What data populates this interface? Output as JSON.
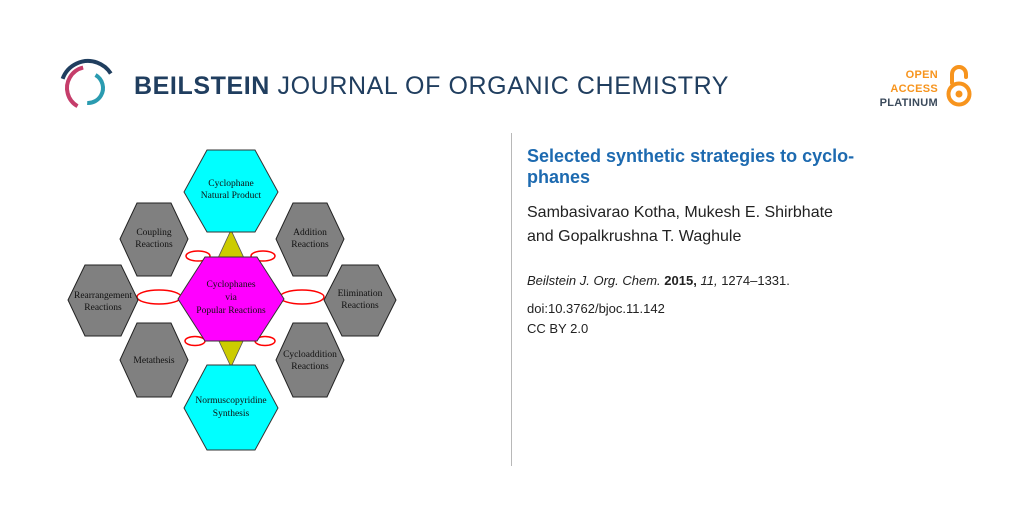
{
  "journal": {
    "name_bold": "BEILSTEIN",
    "name_rest": "JOURNAL OF ORGANIC CHEMISTRY",
    "colors": {
      "navy": "#203e5f",
      "pink": "#c53d6a",
      "teal": "#2a9bb0",
      "orange": "#f7941d"
    }
  },
  "open_access": {
    "line1": "OPEN",
    "line2": "ACCESS",
    "line3": "PLATINUM",
    "icon": "open-lock-icon"
  },
  "article": {
    "title_line1": "Selected synthetic strategies to cyclo-",
    "title_line2": "phanes",
    "authors_line1": "Sambasivarao Kotha, Mukesh E. Shirbhate",
    "authors_line2": "and Gopalkrushna T. Waghule",
    "citation": {
      "journal": "Beilstein J. Org. Chem.",
      "year": "2015,",
      "volume": "11,",
      "pages": "1274–1331."
    },
    "doi": "doi:10.3762/bjoc.11.142",
    "license": "CC BY 2.0"
  },
  "graphic": {
    "center": {
      "lines": [
        "Cyclophanes",
        "via",
        "Popular Reactions"
      ],
      "color": "#ff00ff"
    },
    "top": {
      "lines": [
        "Cyclophane",
        "Natural Product"
      ],
      "color": "#00ffff"
    },
    "bottom": {
      "lines": [
        "Normuscopyridine",
        "Synthesis"
      ],
      "color": "#00ffff"
    },
    "coupling": {
      "lines": [
        "Coupling",
        "Reactions"
      ]
    },
    "addition": {
      "lines": [
        "Addition",
        "Reactions"
      ]
    },
    "rearrangement": {
      "lines": [
        "Rearrangement",
        "Reactions"
      ]
    },
    "elimination": {
      "lines": [
        "Elimination",
        "Reactions"
      ]
    },
    "metathesis": {
      "lines": [
        "Metathesis"
      ]
    },
    "cycloaddition": {
      "lines": [
        "Cycloaddition",
        "Reactions"
      ]
    },
    "outer_color": "#808080",
    "connector_color": "#ff0000",
    "triangle_color": "#cccc00"
  }
}
